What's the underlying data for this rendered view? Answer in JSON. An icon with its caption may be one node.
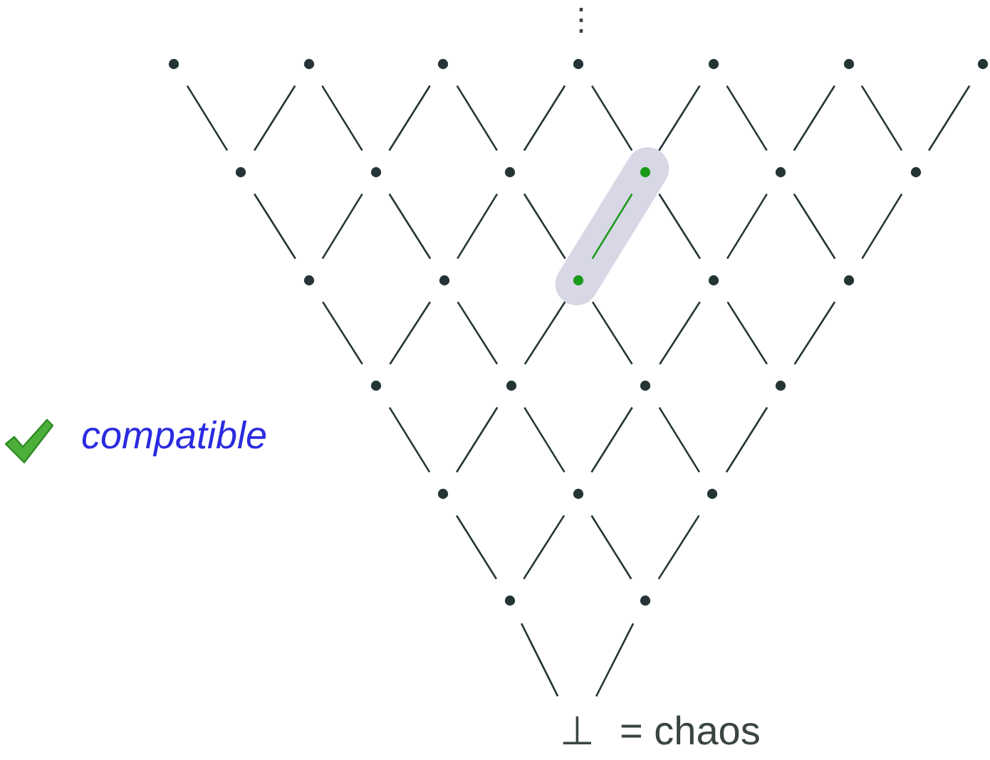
{
  "diagram": {
    "nodes": [
      {
        "text": [],
        "shape": "circle"
      },
      {
        "text": [],
        "shape": "circle"
      },
      {
        "text": [],
        "shape": "circle"
      },
      {
        "text": [],
        "shape": "circle"
      },
      {
        "text": [],
        "shape": "circle"
      },
      {
        "text": [],
        "shape": "circle"
      },
      {
        "text": [],
        "shape": "circle"
      },
      {
        "text": [],
        "shape": "circle"
      },
      {
        "text": [],
        "shape": "circle"
      },
      {
        "text": [],
        "shape": "circle"
      },
      {
        "text": [],
        "shape": "circle"
      },
      {
        "text": [],
        "shape": "circle"
      },
      {
        "text": [],
        "shape": "circle"
      },
      {
        "text": [],
        "shape": "circle"
      },
      {
        "text": [],
        "shape": "circle"
      },
      {
        "text": [],
        "shape": "circle"
      },
      {
        "text": [],
        "shape": "circle"
      },
      {
        "text": [],
        "shape": "circle"
      },
      {
        "text": [],
        "shape": "circle"
      },
      {
        "text": [],
        "shape": "circle"
      },
      {
        "text": [],
        "shape": "circle"
      },
      {
        "text": [],
        "shape": "circle"
      },
      {
        "text": [],
        "shape": "circle"
      },
      {
        "text": [],
        "shape": "circle"
      },
      {
        "text": [],
        "shape": "circle"
      },
      {
        "text": [],
        "shape": "circle"
      },
      {
        "text": [],
        "shape": "circle"
      },
      {
        "text": [
          "⊥"
        ],
        "beside": [
          "= chaos"
        ]
      }
    ],
    "edges": [
      {
        "from": 0,
        "to": 7,
        "arrow": "none"
      },
      {
        "from": 1,
        "to": 7,
        "arrow": "none"
      },
      {
        "from": 1,
        "to": 8,
        "arrow": "none"
      },
      {
        "from": 2,
        "to": 8,
        "arrow": "none"
      },
      {
        "from": 2,
        "to": 9,
        "arrow": "none"
      },
      {
        "from": 3,
        "to": 9,
        "arrow": "none"
      },
      {
        "from": 3,
        "to": 10,
        "arrow": "none"
      },
      {
        "from": 4,
        "to": 10,
        "arrow": "none"
      },
      {
        "from": 4,
        "to": 11,
        "arrow": "none"
      },
      {
        "from": 5,
        "to": 11,
        "arrow": "none"
      },
      {
        "from": 5,
        "to": 12,
        "arrow": "none"
      },
      {
        "from": 6,
        "to": 12,
        "arrow": "none"
      },
      {
        "from": 7,
        "to": 13,
        "arrow": "none"
      },
      {
        "from": 8,
        "to": 13,
        "arrow": "none"
      },
      {
        "from": 8,
        "to": 14,
        "arrow": "none"
      },
      {
        "from": 9,
        "to": 14,
        "arrow": "none"
      },
      {
        "from": 9,
        "to": 15,
        "arrow": "none"
      },
      {
        "from": 10,
        "to": 15,
        "arrow": "none",
        "color": "#1a9a1a"
      },
      {
        "from": 10,
        "to": 16,
        "arrow": "none"
      },
      {
        "from": 11,
        "to": 16,
        "arrow": "none"
      },
      {
        "from": 11,
        "to": 17,
        "arrow": "none"
      },
      {
        "from": 12,
        "to": 17,
        "arrow": "none"
      },
      {
        "from": 13,
        "to": 18,
        "arrow": "none"
      },
      {
        "from": 14,
        "to": 18,
        "arrow": "none"
      },
      {
        "from": 14,
        "to": 19,
        "arrow": "none"
      },
      {
        "from": 15,
        "to": 19,
        "arrow": "none"
      },
      {
        "from": 15,
        "to": 20,
        "arrow": "none"
      },
      {
        "from": 16,
        "to": 20,
        "arrow": "none"
      },
      {
        "from": 16,
        "to": 21,
        "arrow": "none"
      },
      {
        "from": 17,
        "to": 21,
        "arrow": "none"
      },
      {
        "from": 18,
        "to": 22,
        "arrow": "none"
      },
      {
        "from": 19,
        "to": 22,
        "arrow": "none"
      },
      {
        "from": 19,
        "to": 23,
        "arrow": "none"
      },
      {
        "from": 20,
        "to": 23,
        "arrow": "none"
      },
      {
        "from": 20,
        "to": 24,
        "arrow": "none"
      },
      {
        "from": 21,
        "to": 24,
        "arrow": "none"
      },
      {
        "from": 22,
        "to": 25,
        "arrow": "none"
      },
      {
        "from": 23,
        "to": 25,
        "arrow": "none"
      },
      {
        "from": 23,
        "to": 26,
        "arrow": "none"
      },
      {
        "from": 24,
        "to": 26,
        "arrow": "none"
      },
      {
        "from": 25,
        "to": 27,
        "arrow": "none"
      },
      {
        "from": 26,
        "to": 27,
        "arrow": "none"
      }
    ],
    "labels": [
      "⋮",
      "compatible"
    ]
  }
}
